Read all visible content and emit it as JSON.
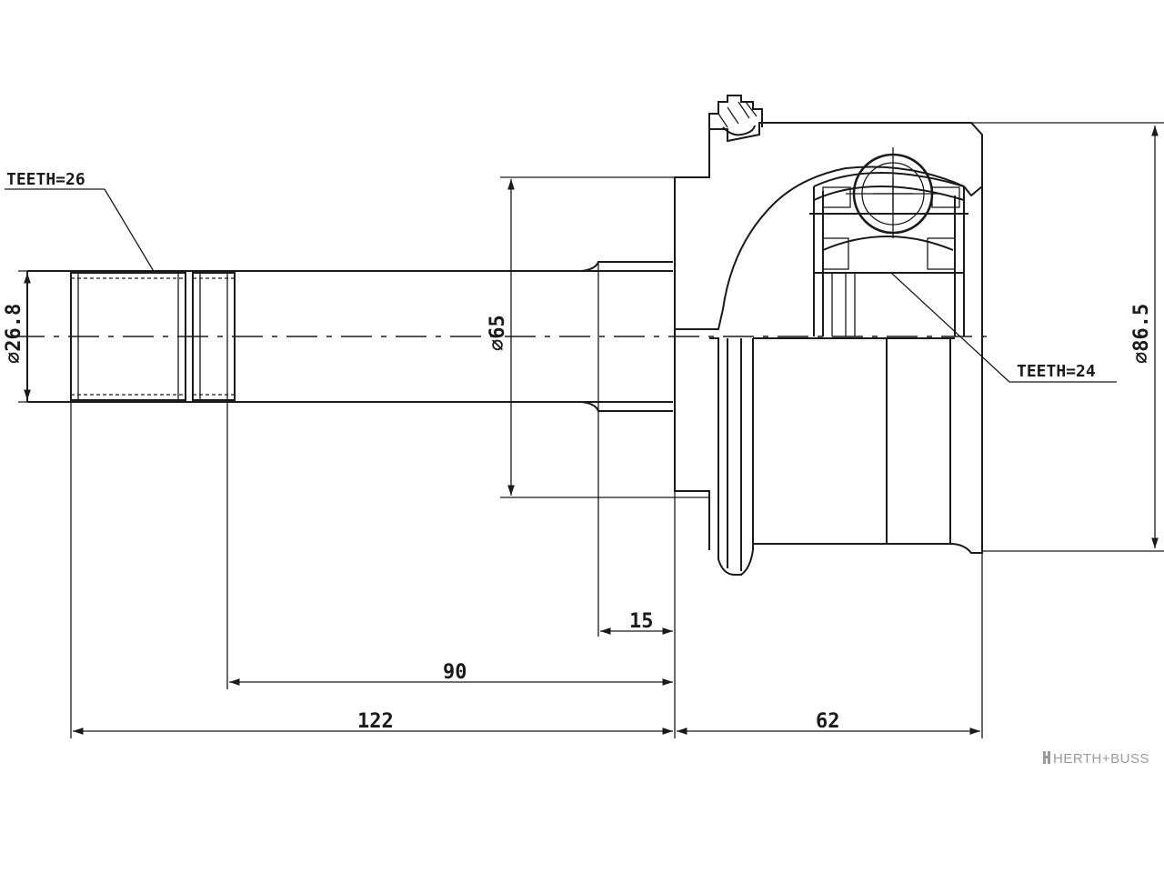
{
  "annotations": {
    "teeth_left": "TEETH=26",
    "teeth_right": "TEETH=24",
    "dia_shaft": "⌀26.8",
    "dia_flange": "⌀65",
    "dia_housing": "⌀86.5"
  },
  "dimensions": {
    "d15": "15",
    "d90": "90",
    "d122": "122",
    "d62": "62"
  },
  "brand": {
    "name": "HERTH+BUSS",
    "icon": "herth-buss-logo-icon",
    "color": "#9a9a9a"
  }
}
